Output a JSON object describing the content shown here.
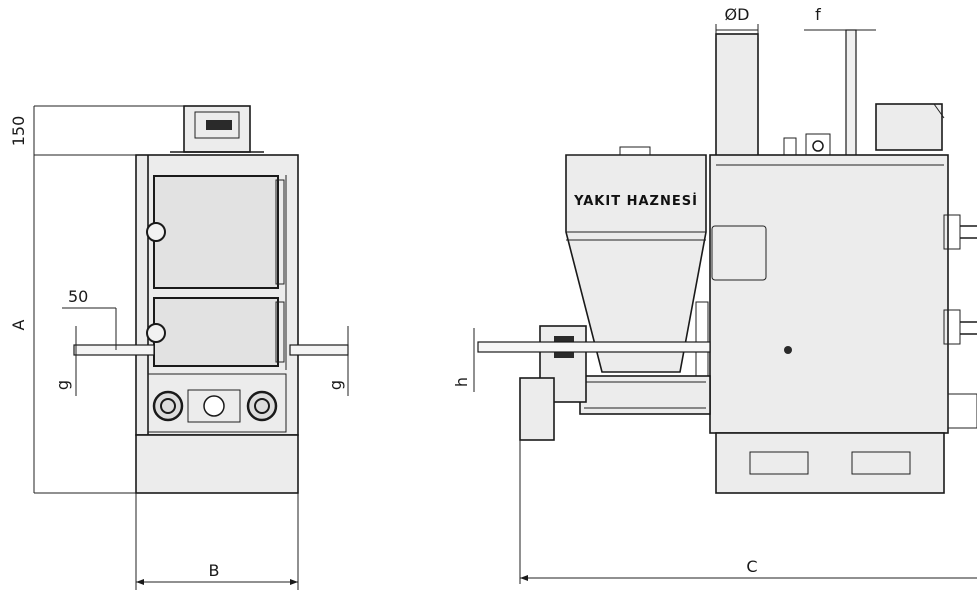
{
  "dimensions": {
    "top_height": "150",
    "height": "A",
    "offset": "50",
    "inlet_left": "g",
    "inlet_right": "g",
    "width": "B",
    "diameter": "ØD",
    "flue_offset": "f",
    "feed_height": "h",
    "length": "C"
  },
  "hopper_label": "YAKIT HAZNESİ"
}
